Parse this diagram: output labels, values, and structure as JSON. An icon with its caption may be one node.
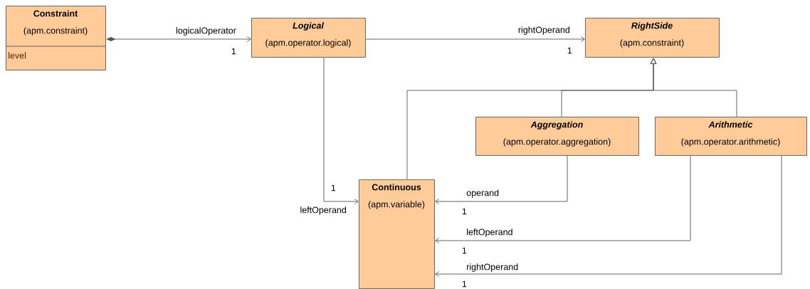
{
  "diagram": {
    "nodes": [
      {
        "text": [
          "Constraint",
          "(apm.constraint)",
          "level"
        ]
      },
      {
        "text": [
          "Logical",
          "(apm.operator.logical)"
        ]
      },
      {
        "text": [
          "RightSide",
          "(apm.constraint)"
        ]
      },
      {
        "text": [
          "Continuous",
          "(apm.variable)"
        ]
      },
      {
        "text": [
          "Aggregation",
          "(apm.operator.aggregation)"
        ]
      },
      {
        "text": [
          "Arithmetic",
          "(apm.operator.arithmetic)"
        ]
      }
    ],
    "edges": [
      {
        "from": 0,
        "to": 1,
        "arrow": "to",
        "label": "logicalOperator"
      },
      {
        "from": 1,
        "to": 2,
        "arrow": "to",
        "label": "rightOperand"
      },
      {
        "from": 3,
        "to": 2,
        "arrow": "to"
      },
      {
        "from": 4,
        "to": 2,
        "arrow": "to"
      },
      {
        "from": 5,
        "to": 2,
        "arrow": "to"
      },
      {
        "from": 1,
        "to": 3,
        "arrow": "to",
        "label": "leftOperand"
      },
      {
        "from": 4,
        "to": 3,
        "arrow": "to",
        "label": "operand"
      },
      {
        "from": 5,
        "to": 3,
        "arrow": "to",
        "label": "leftOperand"
      },
      {
        "from": 5,
        "to": 3,
        "arrow": "to",
        "label": "rightOperand"
      }
    ],
    "labels": [
      "1",
      "1",
      "1",
      "1",
      "1",
      "1"
    ]
  }
}
